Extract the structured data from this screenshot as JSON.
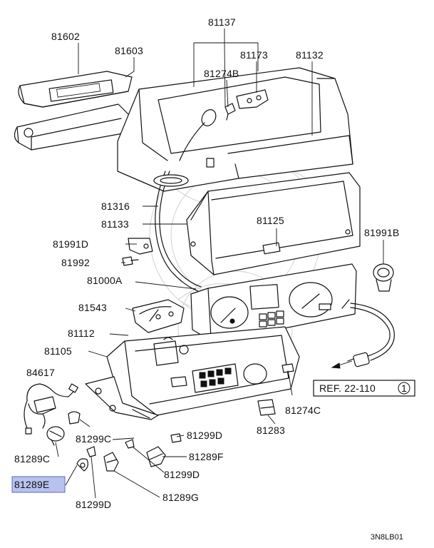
{
  "diagram": {
    "labels": {
      "p81602": "81602",
      "p81603": "81603",
      "p81137": "81137",
      "p81173": "81173",
      "p81274B": "81274B",
      "p81132": "81132",
      "p81316": "81316",
      "p81133": "81133",
      "p81125": "81125",
      "p81991D": "81991D",
      "p81991B": "81991B",
      "p81992": "81992",
      "p81000A": "81000A",
      "p81543": "81543",
      "p81112": "81112",
      "p81105": "81105",
      "p84617": "84617",
      "p81274C": "81274C",
      "p81283": "81283",
      "p81299C": "81299C",
      "p81299D_a": "81299D",
      "p81289F": "81289F",
      "p81299D_b": "81299D",
      "p81289C": "81289C",
      "p81289E": "81289E",
      "p81289G": "81289G",
      "p81299D_c": "81299D"
    },
    "reference": {
      "text": "REF. 22-110",
      "circle_number": "1"
    },
    "diagram_code": "3N8LB01",
    "highlight_color": "#b8c2ee"
  }
}
